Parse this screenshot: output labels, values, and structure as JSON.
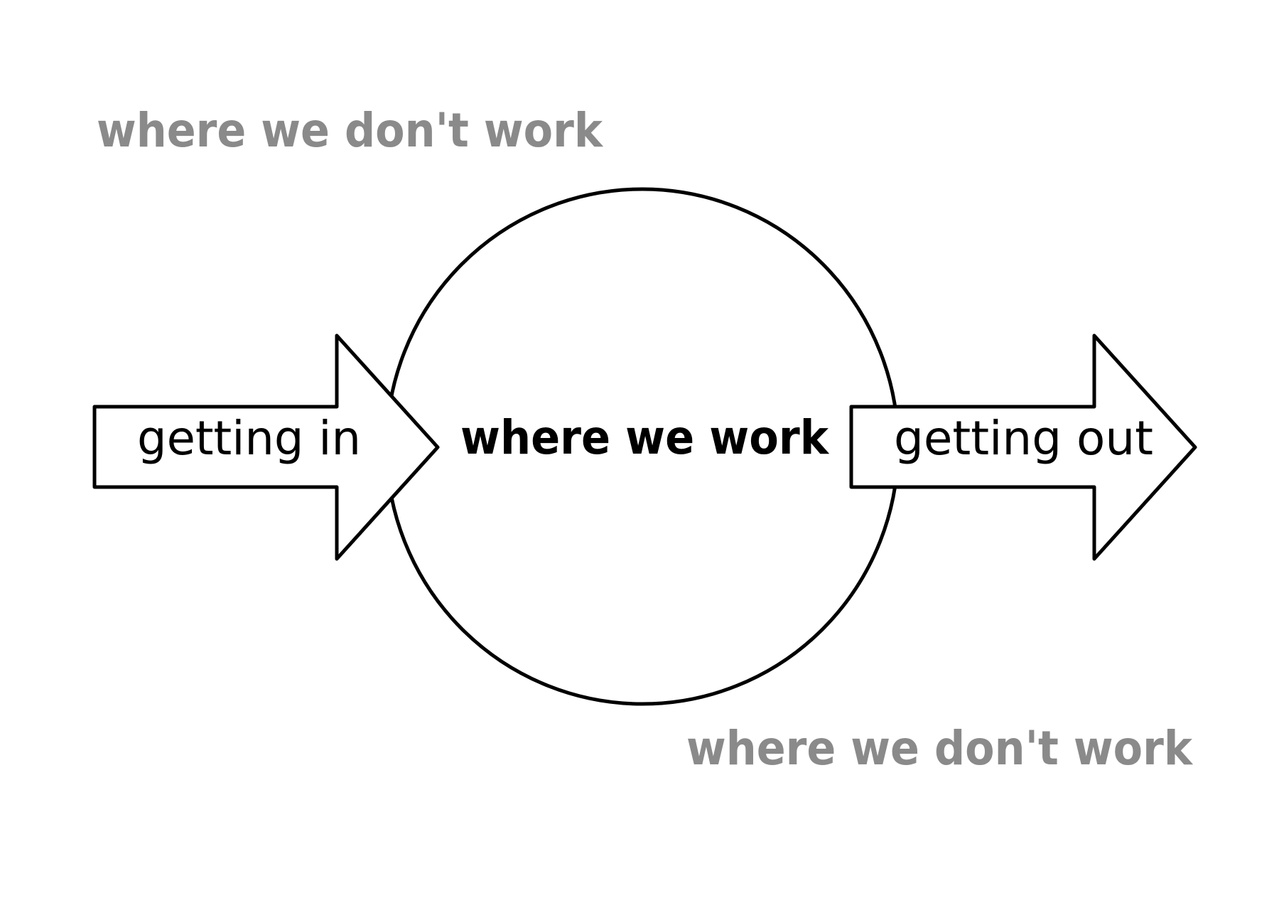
{
  "diagram": {
    "outside_top_label": "where we don't work",
    "outside_bottom_label": "where we don't work",
    "center_label": "where we work",
    "entry_arrow_label": "getting in",
    "exit_arrow_label": "getting out"
  },
  "colors": {
    "outside_text": "#8a8a8a",
    "stroke": "#000000",
    "background": "#ffffff"
  }
}
